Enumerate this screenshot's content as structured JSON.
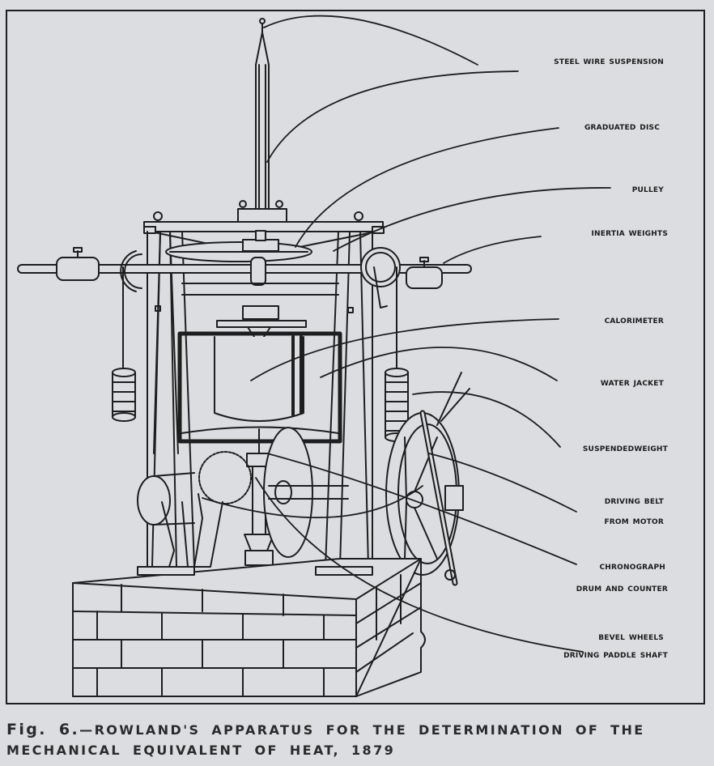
{
  "figure": {
    "labels": {
      "steel_wire_suspension": "Steel Wire Suspension",
      "graduated_disc": "Graduated Disc",
      "pulley": "Pulley",
      "inertia_weights": "Inertia Weights",
      "calorimeter": "Calorimeter",
      "water_jacket": "Water Jacket",
      "suspended_weight": "SuspendedWeight",
      "driving_belt_line1": "Driving Belt",
      "driving_belt_line2": "From Motor",
      "chronograph_line1": "Chronograph",
      "chronograph_line2": "Drum and Counter",
      "bevel_wheels_line1": "Bevel Wheels",
      "bevel_wheels_line2": "Driving Paddle Shaft"
    },
    "caption": {
      "prefix": "Fig. 6.",
      "line1": "—ROWLAND'S APPARATUS FOR THE DETERMINATION OF THE",
      "line2": "MECHANICAL EQUIVALENT OF HEAT, 1879"
    },
    "colors": {
      "ink": "#1e1e1e",
      "paper": "#dcdde0"
    }
  }
}
